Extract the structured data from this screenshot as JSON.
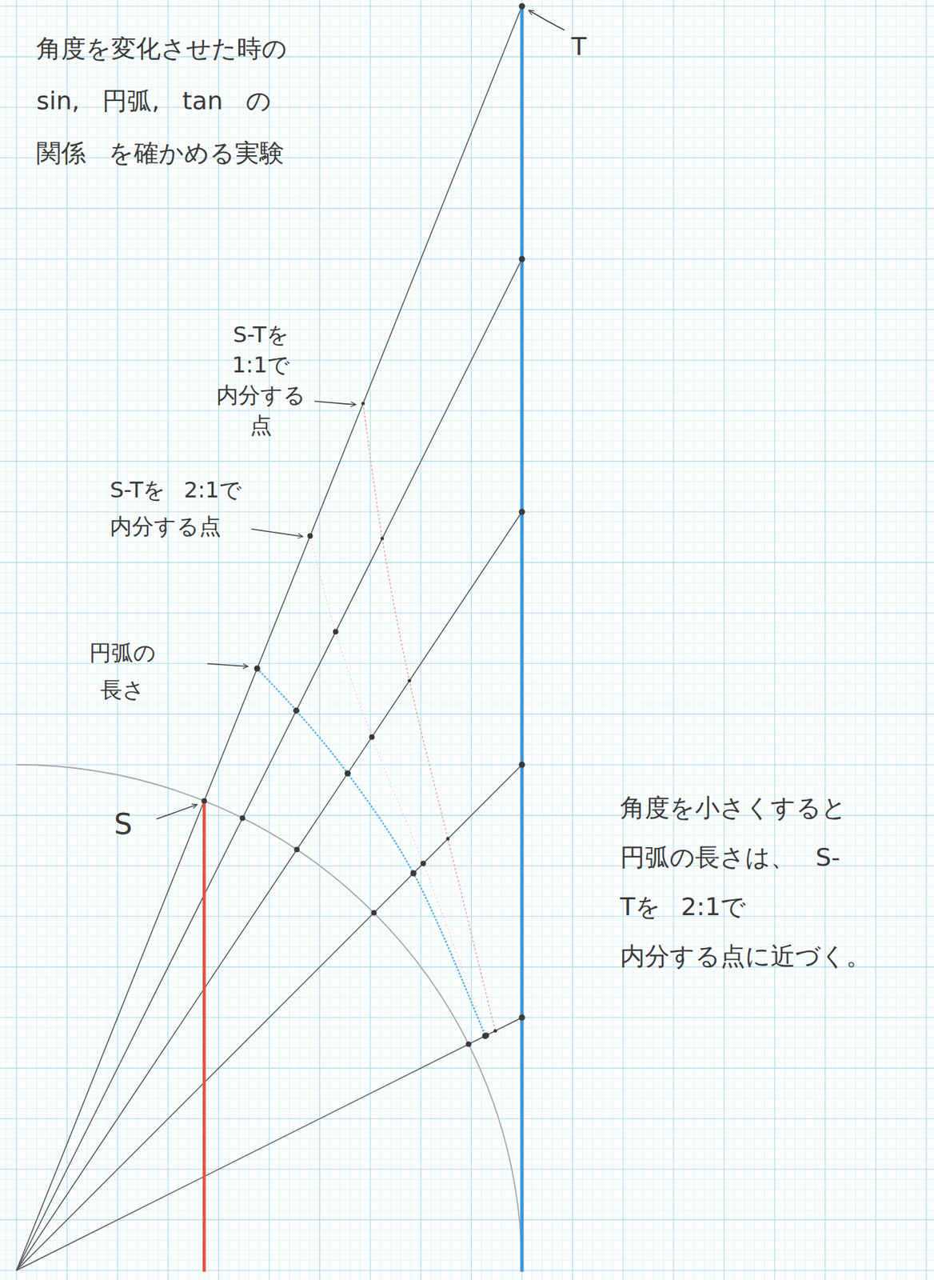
{
  "diagram": {
    "title": "角度を変化させた時の sin, 円弧, tan の 関係 を確かめる実験",
    "labels": [
      "T",
      "S-Tを 1:1で 内分する 点",
      "S-Tを 2:1で 内分する点",
      "円弧の 長さ",
      "S",
      "角度を小さくすると 円弧の長さは、 S-Tを 2:1で 内分する点に近づく。"
    ]
  }
}
